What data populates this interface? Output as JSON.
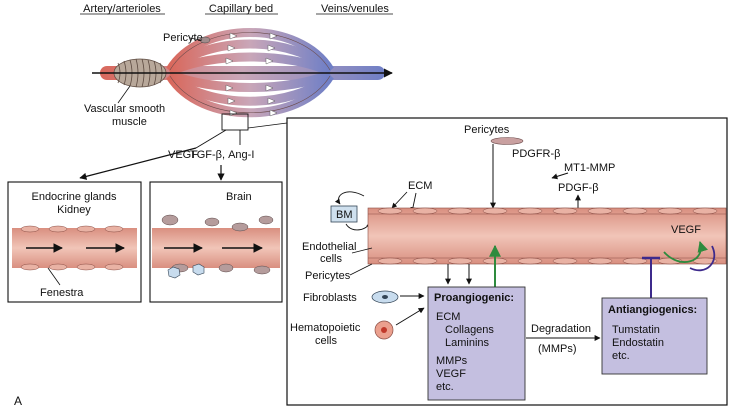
{
  "header": {
    "artery": "Artery/arterioles",
    "capillary": "Capillary bed",
    "veins": "Veins/venules"
  },
  "vessel_labels": {
    "pericyte": "Pericyte",
    "smooth_muscle_1": "Vascular smooth",
    "smooth_muscle_2": "muscle",
    "vegf": "VEGF",
    "tgf": "TGF-β, Ang-I"
  },
  "panels": {
    "endocrine_1": "Endocrine glands",
    "endocrine_2": "Kidney",
    "brain": "Brain",
    "fenestra": "Fenestra"
  },
  "detail": {
    "pericytes_top": "Pericytes",
    "pdgfr": "PDGFR-β",
    "mt1mmp": "MT1-MMP",
    "pdgfb": "PDGF-β",
    "ecm": "ECM",
    "bm": "BM",
    "vegf": "VEGF",
    "endothelial_1": "Endothelial",
    "endothelial_2": "cells",
    "pericytes_side": "Pericytes",
    "fibroblasts": "Fibroblasts",
    "hemato_1": "Hematopoietic",
    "hemato_2": "cells",
    "degradation": "Degradation",
    "mmps_paren": "(MMPs)"
  },
  "proangiogenic": {
    "title": "Proangiogenic:",
    "lines": [
      "ECM",
      "Collagens",
      "Laminins",
      "MMPs",
      "VEGF",
      "etc."
    ]
  },
  "antiangiogenic": {
    "title": "Antiangiogenics:",
    "lines": [
      "Tumstatin",
      "Endostatin",
      "etc."
    ]
  },
  "figure_letter": "A",
  "colors": {
    "box_fill": "#c4bfe0",
    "vessel": "#e4a696",
    "vessel_dark": "#b8675a",
    "artery": "#d9685c",
    "vein": "#6f7fc6",
    "green_arrow": "#2e8b3e",
    "purple_arrow": "#3d2a8c",
    "bm_fill": "#cfe0ee"
  }
}
